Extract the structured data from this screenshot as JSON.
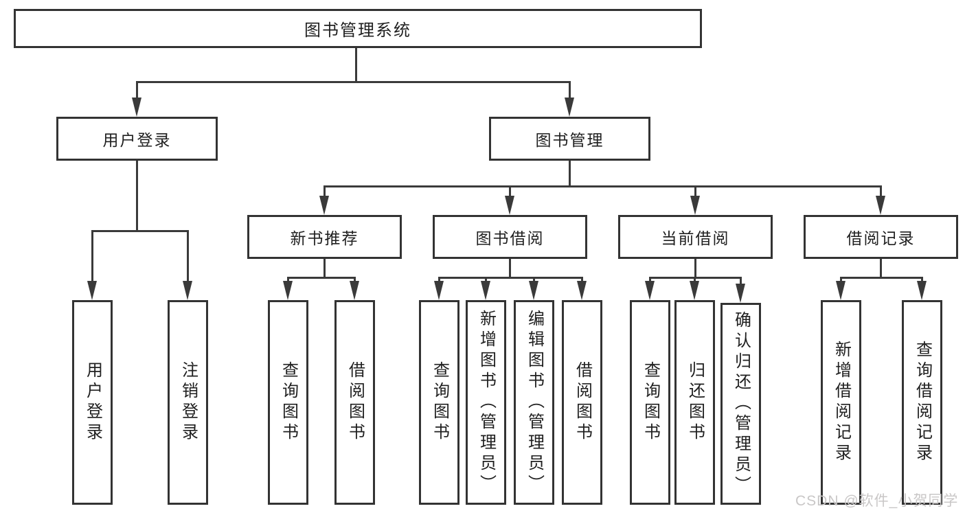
{
  "diagram": {
    "watermark": "CSDN @软件_小贺同学",
    "colors": {
      "background": "#ffffff",
      "box_border": "#333333",
      "connector_line": "#3a3a3a",
      "text": "#1f1f1f",
      "watermark_text": "#c9c7c7"
    },
    "tree": {
      "label": "图书管理系统",
      "children": [
        {
          "label": "用户登录",
          "children": [
            {
              "label": "用户登录"
            },
            {
              "label": "注销登录"
            }
          ]
        },
        {
          "label": "图书管理",
          "children": [
            {
              "label": "新书推荐",
              "children": [
                {
                  "label": "查询图书"
                },
                {
                  "label": "借阅图书"
                }
              ]
            },
            {
              "label": "图书借阅",
              "children": [
                {
                  "label": "查询图书"
                },
                {
                  "label": "新增图书（管理员）"
                },
                {
                  "label": "编辑图书（管理员）"
                },
                {
                  "label": "借阅图书"
                }
              ]
            },
            {
              "label": "当前借阅",
              "children": [
                {
                  "label": "查询图书"
                },
                {
                  "label": "归还图书"
                },
                {
                  "label": "确认归还（管理员）"
                }
              ]
            },
            {
              "label": "借阅记录",
              "children": [
                {
                  "label": "新增借阅记录"
                },
                {
                  "label": "查询借阅记录"
                }
              ]
            }
          ]
        }
      ]
    }
  }
}
